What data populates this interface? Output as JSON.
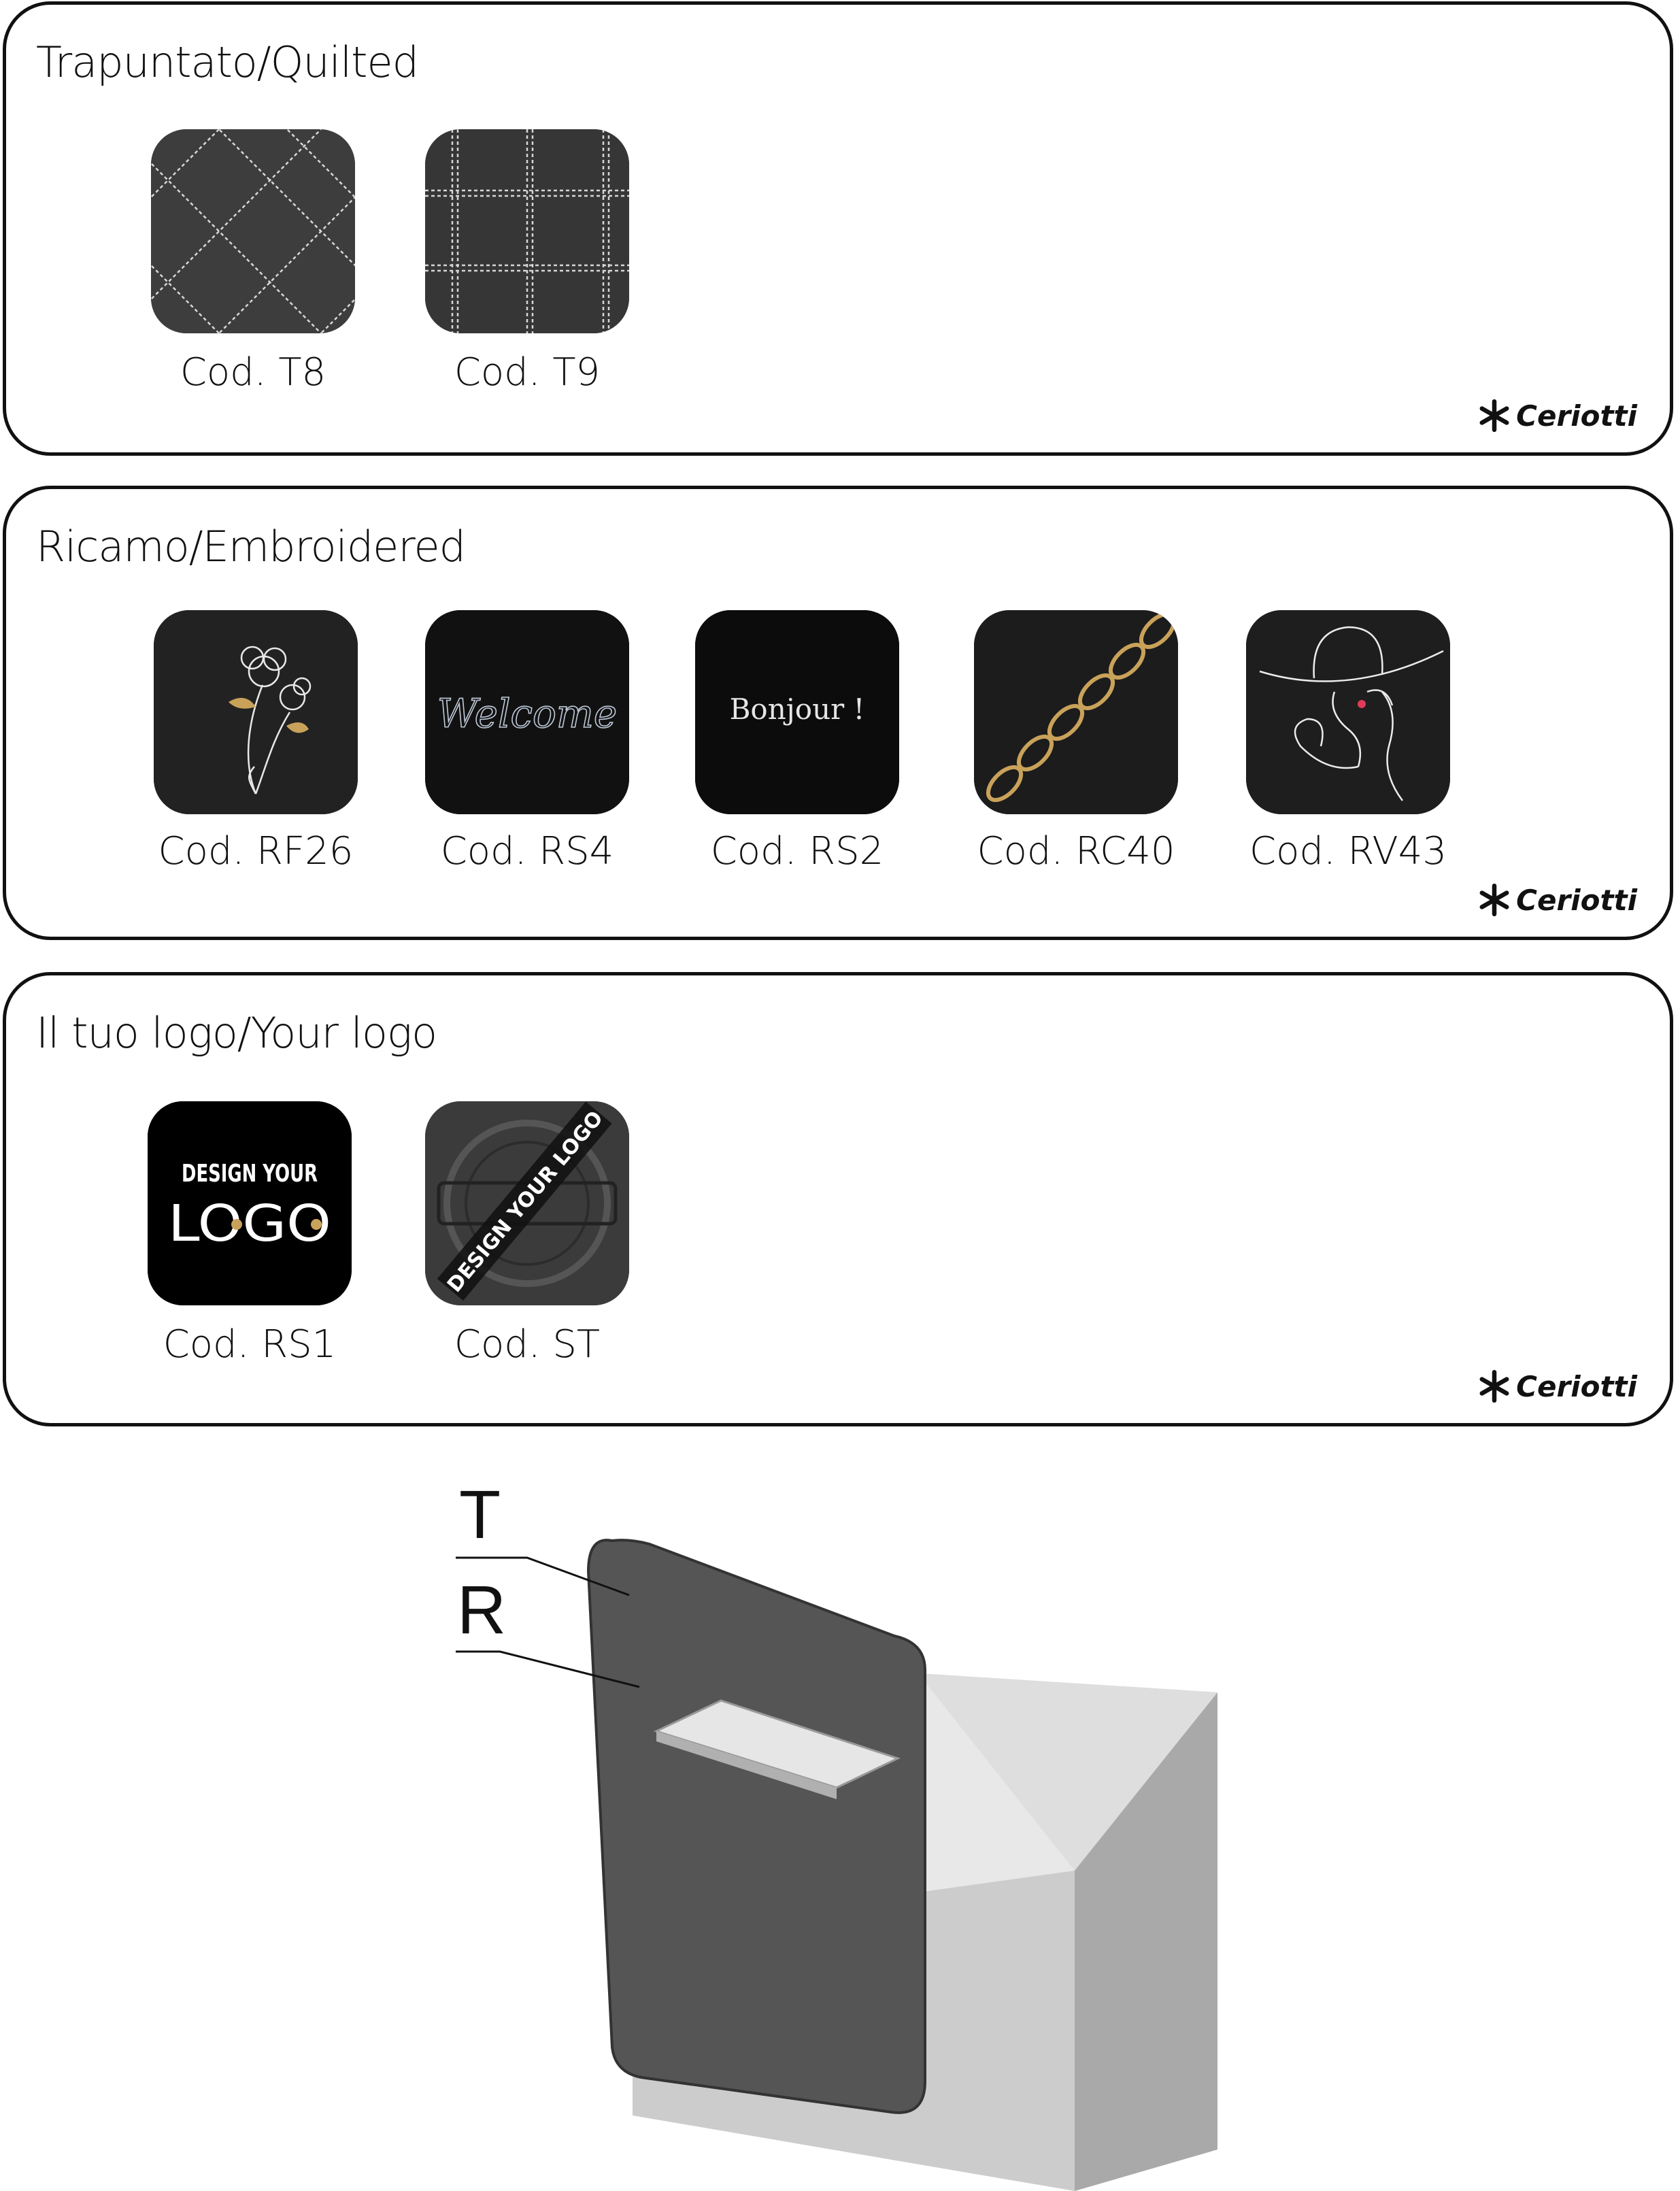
{
  "sections": {
    "quilted": {
      "title": "Trapuntato/Quilted",
      "items": [
        {
          "code": "Cod. T8",
          "icon": "diamond-quilt-swatch"
        },
        {
          "code": "Cod. T9",
          "icon": "square-quilt-swatch"
        }
      ]
    },
    "embroidered": {
      "title": "Ricamo/Embroidered",
      "items": [
        {
          "code": "Cod. RF26",
          "icon": "flower-embroidery-swatch"
        },
        {
          "code": "Cod. RS4",
          "icon": "welcome-embroidery-swatch",
          "text": "Welcome"
        },
        {
          "code": "Cod. RS2",
          "icon": "bonjour-embroidery-swatch",
          "text": "Bonjour !"
        },
        {
          "code": "Cod. RC40",
          "icon": "chain-embroidery-swatch"
        },
        {
          "code": "Cod. RV43",
          "icon": "woman-hat-embroidery-swatch"
        }
      ]
    },
    "logo": {
      "title": "Il tuo logo/Your logo",
      "items": [
        {
          "code": "Cod. RS1",
          "icon": "design-logo-swatch",
          "line1": "DESIGN YOUR",
          "line2": "LOGO"
        },
        {
          "code": "Cod. ST",
          "icon": "stamped-logo-swatch",
          "banner": "DESIGN YOUR LOGO"
        }
      ]
    }
  },
  "brand": "Ceriotti",
  "drawing": {
    "label_t": "T",
    "label_r": "R"
  },
  "colors": {
    "swatch_dark": "#2a2a2a",
    "stitch": "#d9d9d9",
    "gold": "#c9a25a",
    "counter_panel": "#555555",
    "counter_body": "#cfcfcf"
  }
}
